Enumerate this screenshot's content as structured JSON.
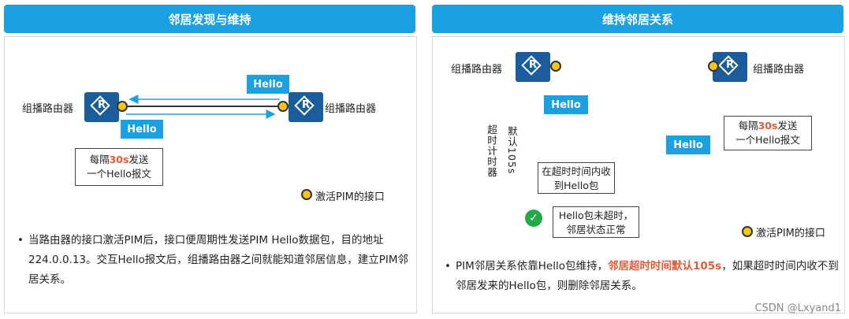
{
  "left": {
    "header": "邻居发现与维持",
    "router_left_label": "组播路由器",
    "router_right_label": "组播路由器",
    "router_glyph": "R",
    "hello_top": "Hello",
    "hello_bottom": "Hello",
    "callout_line1_prefix": "每隔",
    "callout_line1_value": "30s",
    "callout_line1_suffix": "发送",
    "callout_line2": "一个Hello报文",
    "legend": "激活PIM的接口",
    "bullet_char": "•",
    "bullet_text": "当路由器的接口激活PIM后，接口便周期性发送PIM Hello数据包，目的地址224.0.0.13。交互Hello报文后，组播路由器之间就能知道邻居信息，建立PIM邻居关系。"
  },
  "right": {
    "header": "维持邻居关系",
    "router_left_label": "组播路由器",
    "router_right_label": "组播路由器",
    "router_glyph": "R",
    "hello_top": "Hello",
    "hello_bottom": "Hello",
    "callout_line1_prefix": "每隔",
    "callout_line1_value": "30s",
    "callout_line1_suffix": "发送",
    "callout_line2": "一个Hello报文",
    "timer_label": "超时计时器",
    "timer_default": "默认105s",
    "recv_line1": "在超时时间内收",
    "recv_line2": "到Hello包",
    "ok_line1": "Hello包未超时，",
    "ok_line2": "邻居状态正常",
    "check_glyph": "✓",
    "legend": "激活PIM的接口",
    "bullet_char": "•",
    "bullet_pre": "PIM邻居关系依靠Hello包维持，",
    "bullet_red": "邻居超时时间默认105s",
    "bullet_post": "，如果超时时间内收不到邻居发来的Hello包，则删除邻居关系。"
  },
  "watermark": "CSDN @Lxyand1",
  "colors": {
    "header_blue": "#1ba1e2",
    "router_blue": "#1b5d9c",
    "interface_yellow": "#f5c518",
    "accent_red": "#e05a3a",
    "ok_green": "#23a94a"
  }
}
